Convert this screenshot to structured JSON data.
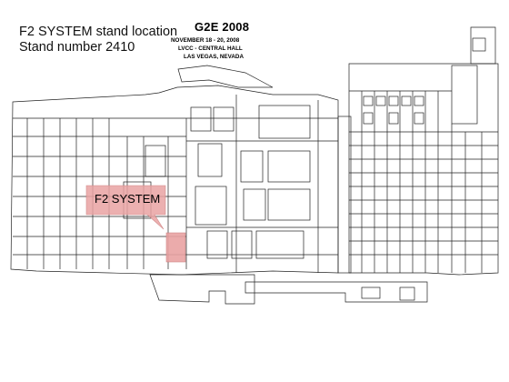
{
  "heading": {
    "line1": "F2 SYSTEM stand location",
    "line2": "Stand number 2410"
  },
  "event": {
    "title": "G2E 2008",
    "dates": "NOVEMBER 18 - 20, 2008",
    "hall": "LVCC - CENTRAL HALL",
    "city": "LAS VEGAS, NEVADA"
  },
  "highlight": {
    "label": "F2 SYSTEM",
    "fill_color": "#e9a3a3",
    "stroke_color": "#cc7a7a"
  },
  "map_colors": {
    "line": "#222222",
    "background": "#ffffff"
  }
}
